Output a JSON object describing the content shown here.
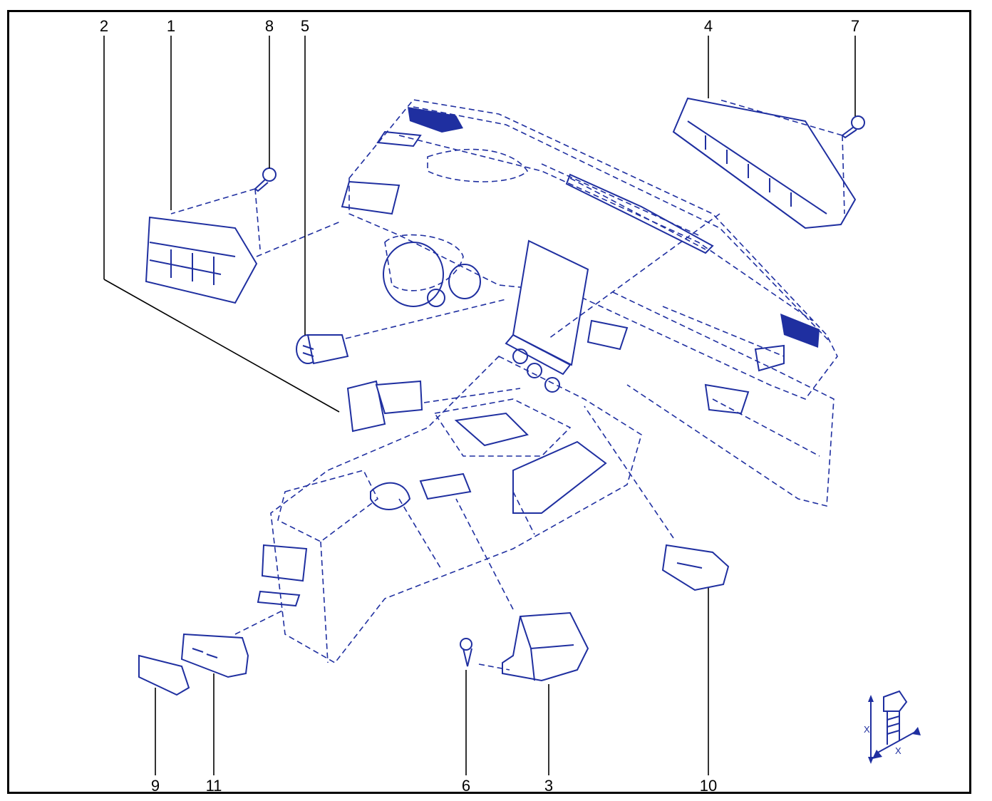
{
  "diagram": {
    "callouts": [
      "1",
      "2",
      "3",
      "4",
      "5",
      "6",
      "7",
      "8",
      "9",
      "10",
      "11"
    ],
    "torque_symbol_labels": [
      "X",
      "X"
    ]
  },
  "colors": {
    "line_art": "#1f2fa0",
    "callout_text": "#000000",
    "frame": "#000000",
    "background": "#ffffff"
  }
}
